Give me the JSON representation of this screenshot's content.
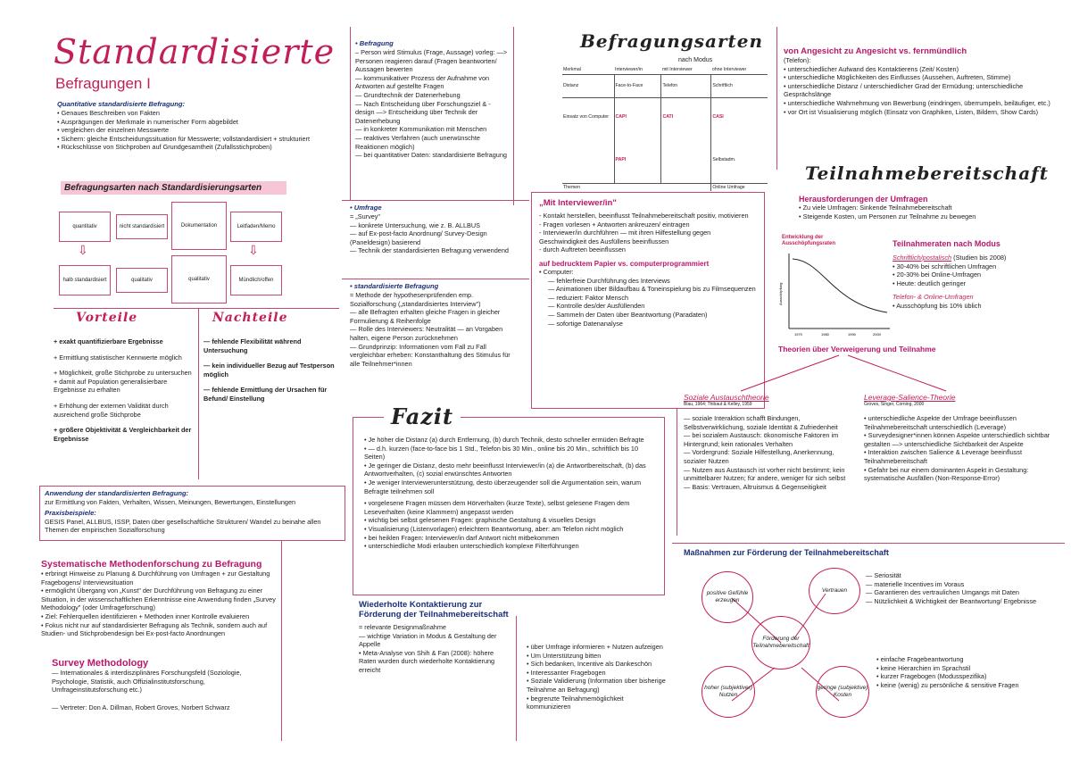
{
  "title": {
    "main": "Standardisierte",
    "sub": "Befragungen I"
  },
  "quant": {
    "heading": "Quantitative standardisierte Befragung:",
    "items": [
      "Genaues Beschreiben von Fakten",
      "Ausprägungen der Merkmale in numerischer Form abgebildet",
      "vergleichen der einzelnen Messwerte",
      "Sichern: gleiche Entscheidungssituation für Messwerte; vollstandardisiert + strukturiert",
      "Rückschlüsse von Stichproben auf Grundgesamtheit (Zufallsstichproben)"
    ]
  },
  "befragungsarten_standard": {
    "heading": "Befragungsarten nach Standardisierungsarten",
    "boxes": [
      "quantitativ",
      "nicht standardisiert",
      "Dokumentation",
      "Leitfaden/Memo",
      "halb standardisiert",
      "qualitativ",
      "qualitativ",
      "Mündlich/offen"
    ]
  },
  "vorteile": {
    "heading": "Vorteile",
    "items": [
      "+ exakt quantifizierbare Ergebnisse",
      "+ Ermittlung statistischer Kennwerte möglich",
      "+ Möglichkeit, große Stichprobe zu untersuchen + damit auf Population generalisierbare Ergebnisse zu erhalten",
      "+ Erhöhung der externen Validität durch ausreichend große Stichprobe",
      "+ größere Objektivität & Vergleichbarkeit der Ergebnisse"
    ]
  },
  "nachteile": {
    "heading": "Nachteile",
    "items": [
      "— fehlende Flexibilität während Untersuchung",
      "— kein individueller Bezug auf Testperson möglich",
      "— fehlende Ermittlung der Ursachen für Befund/ Einstellung"
    ]
  },
  "anwendung": {
    "heading": "Anwendung der standardisierten Befragung:",
    "text": "zur Ermittlung von Fakten, Verhalten, Wissen, Meinungen, Bewertungen, Einstellungen",
    "beispiele_heading": "Praxisbeispiele:",
    "beispiele": "GESIS Panel, ALLBUS, ISSP, Daten über gesellschaftliche Strukturen/ Wandel zu beinahe allen Themen der empirischen Sozialforschung"
  },
  "methoden": {
    "heading": "Systematische Methodenforschung zu Befragung",
    "items": [
      "erbringt Hinweise zu Planung & Durchführung von Umfragen + zur Gestaltung Fragebogens/ Interviewsituation",
      "ermöglicht Übergang von „Kunst\" der Durchführung von Befragung zu einer Situation, in der wissenschaftlichen Erkenntnisse eine Anwendung finden „Survey Methodology\" (oder Umfrageforschung)",
      "Ziel: Fehlerquellen identifizieren + Methoden inner Kontrolle evaluieren",
      "Fokus nicht nur auf standardisierter Befragung als Technik, sondern auch auf Studien- und Stichprobendesign bei Ex-post-facto Anordnungen"
    ]
  },
  "survey": {
    "heading": "Survey Methodology",
    "text": "— Internationales & interdisziplinäres Forschungsfeld (Soziologie, Psychologie, Statistik, auch Offizialinstitutsforschung, Umfrageinstitutsforschung etc.)",
    "vertreter": "— Vertreter: Don A. Dillman, Robert Groves, Norbert Schwarz"
  },
  "befragung": {
    "heading": "Befragung",
    "items": [
      "– Person wird Stimulus (Frage, Aussage) vorleg: —> Personen reagieren darauf (Fragen beantworten/ Aussagen bewerten",
      "— kommunikativer Prozess der Aufnahme von Antworten auf gestellte Fragen",
      "— Grundtechnik der Datenerhebung",
      "— Nach Entscheidung über Forschungsziel & -design —> Entscheidung über Technik der Datenerhebung",
      "— in konkreter Kommunikation mit Menschen",
      "— reaktives Verfahren (auch unerwünschte Reaktionen möglich)",
      "— bei quantitativer Daten: standardisierte Befragung"
    ]
  },
  "umfrage": {
    "heading": "Umfrage",
    "items": [
      "= „Survey\"",
      "— konkrete Untersuchung, wie z. B. ALLBUS",
      "— auf Ex-post-facto Anordnung/ Survey-Design (Paneldesign) basierend",
      "— Technik der standardisierten Befragung verwendend"
    ]
  },
  "stdbefragung": {
    "heading": "standardisierte Befragung",
    "items": [
      "= Methode der hypothesenprüfenden emp. Sozialforschung („standardisiertes Interview\")",
      "— alle Befragten erhalten gleiche Fragen in gleicher Formulierung & Reihenfolge",
      "— Rolle des Interviewers: Neutralität — an Vorgaben halten, eigene Person zurücknehmen",
      "— Grundprinzip: Informationen vom Fall zu Fall vergleichbar erheben: Konstanthaltung des Stimulus für alle Teilnehmer*innen"
    ]
  },
  "fazit": {
    "heading": "Fazit",
    "items": [
      "Je höher die Distanz (a) durch Entfernung, (b) durch Technik, desto schneller ermüden Befragte",
      "— d.h. kurzen (face-to-face bis 1 Std., Telefon bis 30 Min., online bis 20 Min., schriftlich bis 10 Seiten)",
      "Je geringer die Distanz, desto mehr beeinflusst Interviewer/in (a) die Antwortbereitschaft, (b) das Antwortverhalten, (c) sozial erwünschtes Antworten",
      "Je weniger Interviewerunterstützung, desto überzeugender soll die Argumentation sein, warum Befragte teilnehmen soll",
      "vorgelesene Fragen müssen dem Hörverhalten (kurze Texte), selbst gelesene Fragen dem Leseverhalten (keine Klammern) angepasst werden",
      "wichtig bei selbst gelesenen Fragen: graphische Gestaltung & visuelles Design",
      "Visualisierung (Listenvorlagen) erleichtern Beantwortung, aber: am Telefon nicht möglich",
      "bei heiklen Fragen: Interviewer/in darf Antwort nicht mitbekommen",
      "unterschiedliche Modi erlauben unterschiedlich komplexe Filterführungen"
    ]
  },
  "wiederholte": {
    "heading": "Wiederholte Kontaktierung zur Förderung der Teilnahmebereitschaft",
    "items": [
      "= relevante Designmaßnahme",
      "— wichtige Variation in Modus & Gestaltung der Appelle",
      "• Meta-Analyse von Shih & Fan (2008): höhere Raten wurden durch wiederholte Kontaktierung erreicht"
    ]
  },
  "befragungsarten": {
    "heading": "Befragungsarten",
    "sub": "nach Modus",
    "table": {
      "headers": [
        "Merkmal",
        "Interviewer/in",
        "mit Interviewer",
        "ohne Interviewer"
      ],
      "rows": [
        [
          "Distanz",
          "Face-to-Face",
          "Telefon",
          "Schriftlich"
        ],
        [
          "Einsatz von Computer",
          "CAPI",
          "CATI",
          "CASI"
        ],
        [
          "",
          "PAPI",
          "",
          "Selbstadm."
        ],
        [
          "Themen",
          "",
          "",
          "Online Umfrage"
        ]
      ]
    }
  },
  "interviewer": {
    "heading": "„Mit Interviewer/in\"",
    "items": [
      "- Kontakt herstellen, beeinflusst Teilnahmebereitschaft positiv, motivieren",
      "- Fragen vorlesen + Antworten ankreuzen/ eintragen",
      "- Interviewer/in durchführen — mit ihren Hilfestellung gegen",
      "  Geschwindigkeit des Ausfüllens beeinflussen",
      "- durch Auftreten beeinflussen"
    ],
    "sub_heading": "auf bedrucktem Papier vs. computerprogrammiert",
    "sub_items": [
      "• Computer:",
      "— fehlerfreie Durchführung des Interviews",
      "— Animationen über Bildaufbau & Toneinspielung bis zu Filmsequenzen",
      "— reduziert: Faktor Mensch",
      "— Kontrolle des/der Ausfüllenden",
      "— Sammeln der Daten über Beantwortung (Paradaten)",
      "— sofortige Datenanalyse"
    ]
  },
  "angesicht": {
    "heading": "von Angesicht zu Angesicht vs. fernmündlich",
    "sub": "(Telefon):",
    "items": [
      "unterschiedlicher Aufwand des Kontaktierens (Zeit/ Kosten)",
      "unterschiedliche Möglichkeiten des Einflusses (Aussehen, Auftreten, Stimme)",
      "unterschiedliche Distanz / unterschiedlicher Grad der Ermüdung; unterschiedliche Gesprächslänge",
      "unterschiedliche Wahrnehmung von Bewerbung (eindringen, überrumpeln, beiläufiger, etc.)",
      "vor Ort ist Visualisierung möglich (Einsatz von Graphiken, Listen, Bildern, Show Cards)"
    ]
  },
  "teilnahme": {
    "heading": "Teilnahmebereitschaft",
    "herausf_heading": "Herausforderungen der Umfragen",
    "herausf": [
      "Zu viele Umfragen: Sinkende Teilnahmebereitschaft",
      "Steigende Kosten, um Personen zur Teilnahme zu bewegen"
    ],
    "chart_title": "Entwicklung der Ausschöpfungsraten",
    "chart_ylabel": "Ausschöpfung",
    "chart_ticks": [
      "1970",
      "1980",
      "1990",
      "2000"
    ],
    "raten_heading": "Teilnahmeraten nach Modus",
    "schriftlich": "Schriftlich/postalisch",
    "schriftlich_src": " (Studien bis 2008)",
    "raten": [
      "30-40% bei schriftlichen Umfragen",
      "20-30% bei Online-Umfragen",
      "Heute: deutlich geringer"
    ],
    "telefon": "Telefon- & Online-Umfragen",
    "telefon_item": "Ausschöpfung bis 10% üblich"
  },
  "theorien": {
    "heading": "Theorien über Verweigerung und Teilnahme",
    "sozial": {
      "heading": "Soziale Austauschtheorie",
      "src": "Blau, 1964; Thibaut & Kelley, 1959",
      "items": [
        "— soziale Interaktion schafft Bindungen, Selbstverwirklichung, soziale Identität & Zufriedenheit",
        "— bei sozialem Austausch: ökonomische Faktoren im Hintergrund; kein rationales Verhalten",
        "— Vordergrund: Soziale Hilfestellung, Anerkennung, soziaIer Nutzen",
        "— Nutzen aus Austausch ist vorher nicht bestimmt; kein unmittelbarer Nutzen; für andere, weniger für sich selbst",
        "— Basis: Vertrauen, Altruismus & Gegenseitigkeit"
      ]
    },
    "leverage": {
      "heading": "Leverage-Salience-Theorie",
      "src": "Groves, Singer, Corning, 2000",
      "items": [
        "unterschiedliche Aspekte der Umfrage beeinflussen Teilnahmebereitschaft unterschiedlich (Leverage)",
        "Surveydesigner*innen können Aspekte unterschiedlich sichtbar gestalten —> unterschiedliche Sichtbarkeit der Aspekte",
        "Interaktion zwischen Salience & Leverage beeinflusst Teilnahmebereitschaft",
        "Gefahr bei nur einem dominanten Aspekt in Gestaltung: systematische Ausfällen (Non-Response-Error)"
      ]
    }
  },
  "massnahmen": {
    "heading": "Maßnahmen zur Förderung der Teilnahmebereitschaft",
    "center": "Förderung der Teilnahmebereitschaft",
    "c1": "positive Gefühle erzeugen",
    "c2": "Vertrauen",
    "c3": "hoher (subjektiver) Nutzen",
    "c4": "geringe (subjektive) Kosten",
    "vertrauen": [
      "— Seriosität",
      "— materielle Incentives im Voraus",
      "— Garantieren des vertraulichen Umgangs mit Daten",
      "— Nützlichkeit & Wichtigkeit der Beantwortung/ Ergebnisse"
    ],
    "nutzen": [
      "über Umfrage informieren + Nutzen aufzeigen",
      "Um Unterstützung bitten",
      "Sich bedanken, Incentive als Dankeschön",
      "Interessanter Fragebogen",
      "Soziale Validierung (Information über bisherige Teilnahme an Befragung)",
      "begrenzte Teilnahmemöglichkeit kommunizieren"
    ],
    "kosten": [
      "einfache Fragebeantwortung",
      "keine Hierarchien im Sprachstil",
      "kurzer Fragebogen (Modusspezifika)",
      "keine (wenig) zu persönliche & sensitive Fragen"
    ]
  }
}
